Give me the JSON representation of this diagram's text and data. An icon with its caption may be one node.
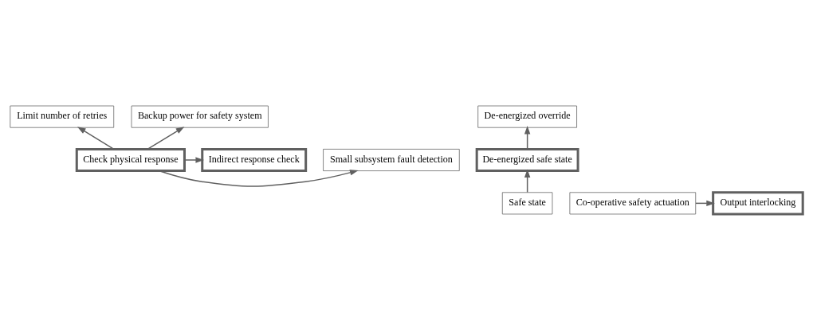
{
  "diagram": {
    "nodes": [
      {
        "text": [
          "Limit number of retries"
        ]
      },
      {
        "text": [
          "Backup power for safety system"
        ]
      },
      {
        "text": [
          "De-energized override"
        ]
      },
      {
        "text": [
          "Small subsystem fault detection"
        ]
      },
      {
        "text": [
          "Check physical response"
        ]
      },
      {
        "text": [
          "Indirect response check"
        ]
      },
      {
        "text": [
          "De-energized safe state"
        ]
      },
      {
        "text": [
          "Co-operative safety actuation"
        ]
      },
      {
        "text": [
          "Output interlocking"
        ]
      },
      {
        "text": [
          "Safe state"
        ]
      }
    ],
    "edges": [
      {
        "from": 4,
        "to": 0,
        "arrow": "to"
      },
      {
        "from": 4,
        "to": 1,
        "arrow": "to"
      },
      {
        "from": 4,
        "to": 3,
        "arrow": "to"
      },
      {
        "from": 4,
        "to": 5,
        "arrow": "to"
      },
      {
        "from": 6,
        "to": 2,
        "arrow": "to"
      },
      {
        "from": 9,
        "to": 6,
        "arrow": "to"
      },
      {
        "from": 7,
        "to": 8,
        "arrow": "to"
      }
    ]
  }
}
